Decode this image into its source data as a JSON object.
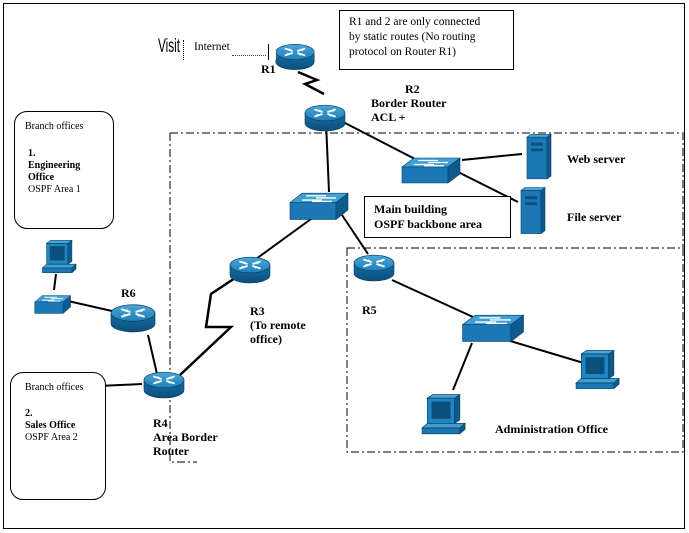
{
  "visit_text": "Visit",
  "internet_label": "Internet",
  "note": {
    "line1": "R1 and 2 are only connected",
    "line2": "by static routes (No routing",
    "line3": "protocol on Router R1)"
  },
  "routers": {
    "r1": {
      "label": "R1"
    },
    "r2": {
      "label": "R2",
      "line2": "Border Router",
      "line3": "ACL +"
    },
    "r3": {
      "label": "R3",
      "line2": "(To remote",
      "line3": "office)"
    },
    "r4": {
      "label": "R4",
      "line2": "Area Border",
      "line3": "Router"
    },
    "r5": {
      "label": "R5"
    },
    "r6": {
      "label": "R6"
    }
  },
  "servers": {
    "web": "Web server",
    "file": "File server"
  },
  "main_building": {
    "line1": "Main building",
    "line2": "OSPF backbone area"
  },
  "admin_office": "Administration Office",
  "branch1": {
    "title": "Branch offices",
    "num": "1.",
    "name_line1": "Engineering",
    "name_line2": "Office",
    "area": "OSPF Area 1"
  },
  "branch2": {
    "title": "Branch offices",
    "num": "2.",
    "name": "Sales Office",
    "area": "OSPF Area 2"
  },
  "colors": {
    "device_top": "#2b8ec4",
    "device_side": "#0d5f92",
    "switch_face": "#1d7fbf",
    "line": "#000000"
  }
}
